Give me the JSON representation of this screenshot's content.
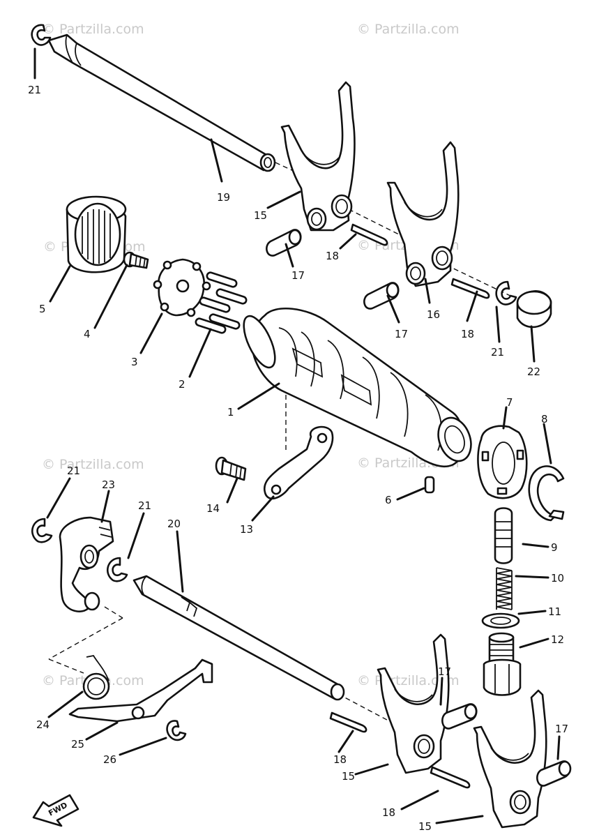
{
  "watermark": "© Partzilla.com",
  "fwd_label": "FWD",
  "callouts": {
    "c1": "1",
    "c2": "2",
    "c3": "3",
    "c4": "4",
    "c5": "5",
    "c6": "6",
    "c7": "7",
    "c8": "8",
    "c9": "9",
    "c10": "10",
    "c11": "11",
    "c12": "12",
    "c13": "13",
    "c14": "14",
    "c15a": "15",
    "c15b": "15",
    "c15c": "15",
    "c16": "16",
    "c17a": "17",
    "c17b": "17",
    "c17c": "17",
    "c17d": "17",
    "c18a": "18",
    "c18b": "18",
    "c18c": "18",
    "c18d": "18",
    "c19": "19",
    "c20": "20",
    "c21a": "21",
    "c21b": "21",
    "c21c": "21",
    "c21d": "21",
    "c22": "22",
    "c23": "23",
    "c24": "24",
    "c25": "25",
    "c26": "26"
  }
}
